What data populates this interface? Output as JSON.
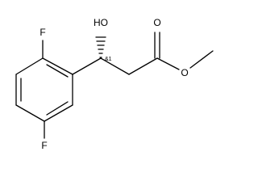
{
  "molecule": {
    "atom_labels": {
      "fluorine_top": "F",
      "fluorine_bottom": "F",
      "hydroxyl": "HO",
      "carbonyl_oxygen": "O",
      "ester_oxygen": "O"
    },
    "stereo_annotation": "&1"
  },
  "colors": {
    "bond": "#000000",
    "text": "#000000",
    "background": "#ffffff"
  }
}
